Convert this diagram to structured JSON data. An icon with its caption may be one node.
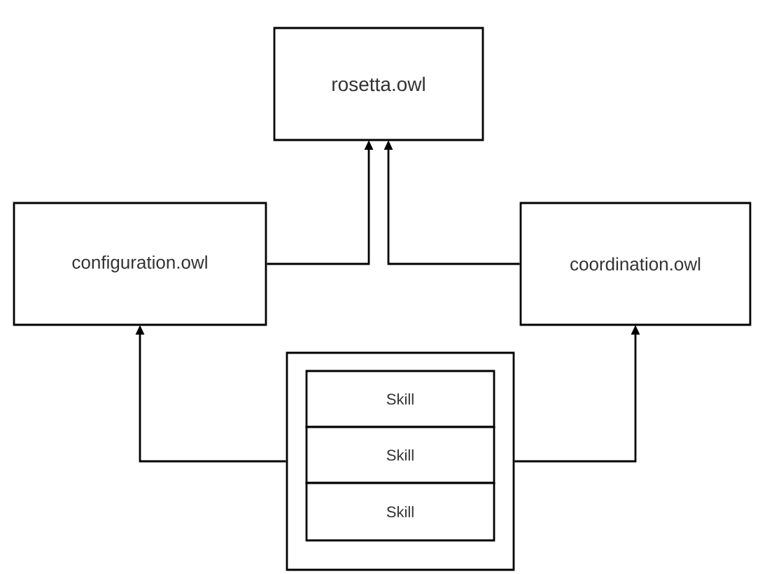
{
  "diagram": {
    "nodes": [
      {
        "text": [
          "rosetta.owl"
        ]
      },
      {
        "text": [
          "configuration.owl"
        ]
      },
      {
        "text": [
          "coordination.owl"
        ]
      },
      {
        "text": [],
        "shape": "box"
      },
      {
        "text": [
          "Skill"
        ],
        "in": 3
      },
      {
        "text": [
          "Skill"
        ],
        "in": 3
      },
      {
        "text": [
          "Skill"
        ],
        "in": 3
      }
    ],
    "edges": [
      {
        "from": 1,
        "to": 0,
        "arrow": "to"
      },
      {
        "from": 2,
        "to": 0,
        "arrow": "to"
      },
      {
        "from": 3,
        "to": 1,
        "arrow": "to"
      },
      {
        "from": 3,
        "to": 2,
        "arrow": "to"
      }
    ]
  }
}
